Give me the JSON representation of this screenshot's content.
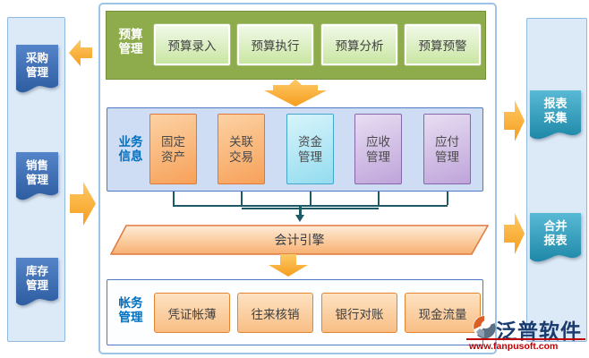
{
  "left_panel": {
    "items": [
      {
        "label": "采购管理"
      },
      {
        "label": "销售管理"
      },
      {
        "label": "库存管理"
      }
    ]
  },
  "center_panel": {
    "budget": {
      "label": "预算管理",
      "buttons": [
        "预算录入",
        "预算执行",
        "预算分析",
        "预算预警"
      ]
    },
    "business": {
      "label": "业务信息",
      "boxes": [
        {
          "label": "固定资产",
          "type": "orange"
        },
        {
          "label": "关联交易",
          "type": "orange"
        },
        {
          "label": "资金管理",
          "type": "cyan"
        },
        {
          "label": "应收管理",
          "type": "purple"
        },
        {
          "label": "应付管理",
          "type": "purple"
        }
      ]
    },
    "engine": {
      "label": "会计引擎"
    },
    "ledger": {
      "label": "帐务管理",
      "buttons": [
        "凭证帐薄",
        "往来核销",
        "银行对账",
        "现金流量"
      ]
    }
  },
  "right_panel": {
    "items": [
      {
        "label": "报表采集"
      },
      {
        "label": "合并报表"
      }
    ]
  },
  "branding": {
    "name": "泛普软件",
    "website": "www.fanpusoft.com"
  },
  "colors": {
    "green_panel": "#8EAC4C",
    "flow_arrow_orange": "#F9A825",
    "side_panel_fill": "#DCE9F6",
    "blue_module": "#3568AE",
    "teal_module": "#2E93B5",
    "label_blue": "#0070C0",
    "connector_teal": "#1E5966",
    "brand_navy": "#1B3C6E",
    "brand_red": "#C00000"
  }
}
